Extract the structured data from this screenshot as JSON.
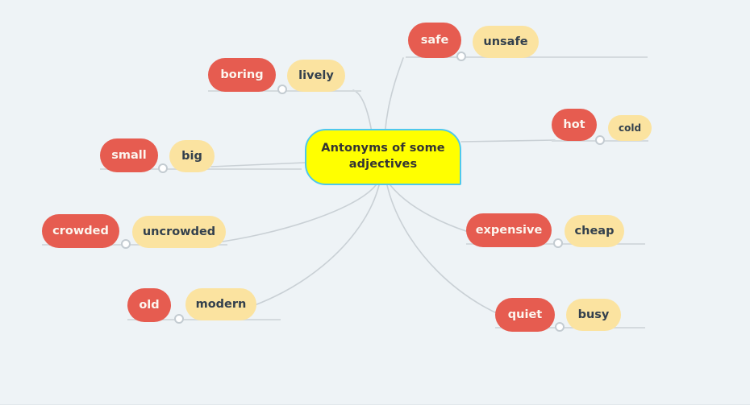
{
  "diagram": {
    "type": "mind-map",
    "background_color": "#eef3f6",
    "edge_color": "#c9d0d5",
    "central": {
      "label": "Antonyms of some adjectives",
      "fill_color": "#ffff00",
      "border_color": "#4ec8ec",
      "text_color": "#333333"
    },
    "colors": {
      "primary_node": "#e65c50",
      "primary_text": "#fdf6ef",
      "secondary_node": "#fbe3a0",
      "secondary_text": "#33404d",
      "connector_dot_fill": "#ffffff",
      "connector_dot_ring": "#c3cbd1",
      "underline": "#d4dade"
    },
    "branches": [
      {
        "id": "safe-unsafe",
        "primary": "safe",
        "secondary": "unsafe",
        "position": "top-right"
      },
      {
        "id": "boring-lively",
        "primary": "boring",
        "secondary": "lively",
        "position": "top-left"
      },
      {
        "id": "hot-cold",
        "primary": "hot",
        "secondary": "cold",
        "position": "right-upper"
      },
      {
        "id": "small-big",
        "primary": "small",
        "secondary": "big",
        "position": "left-upper"
      },
      {
        "id": "crowded-uncrowded",
        "primary": "crowded",
        "secondary": "uncrowded",
        "position": "left-lower"
      },
      {
        "id": "expensive-cheap",
        "primary": "expensive",
        "secondary": "cheap",
        "position": "right-lower"
      },
      {
        "id": "old-modern",
        "primary": "old",
        "secondary": "modern",
        "position": "bottom-left"
      },
      {
        "id": "quiet-busy",
        "primary": "quiet",
        "secondary": "busy",
        "position": "bottom-right"
      }
    ]
  }
}
